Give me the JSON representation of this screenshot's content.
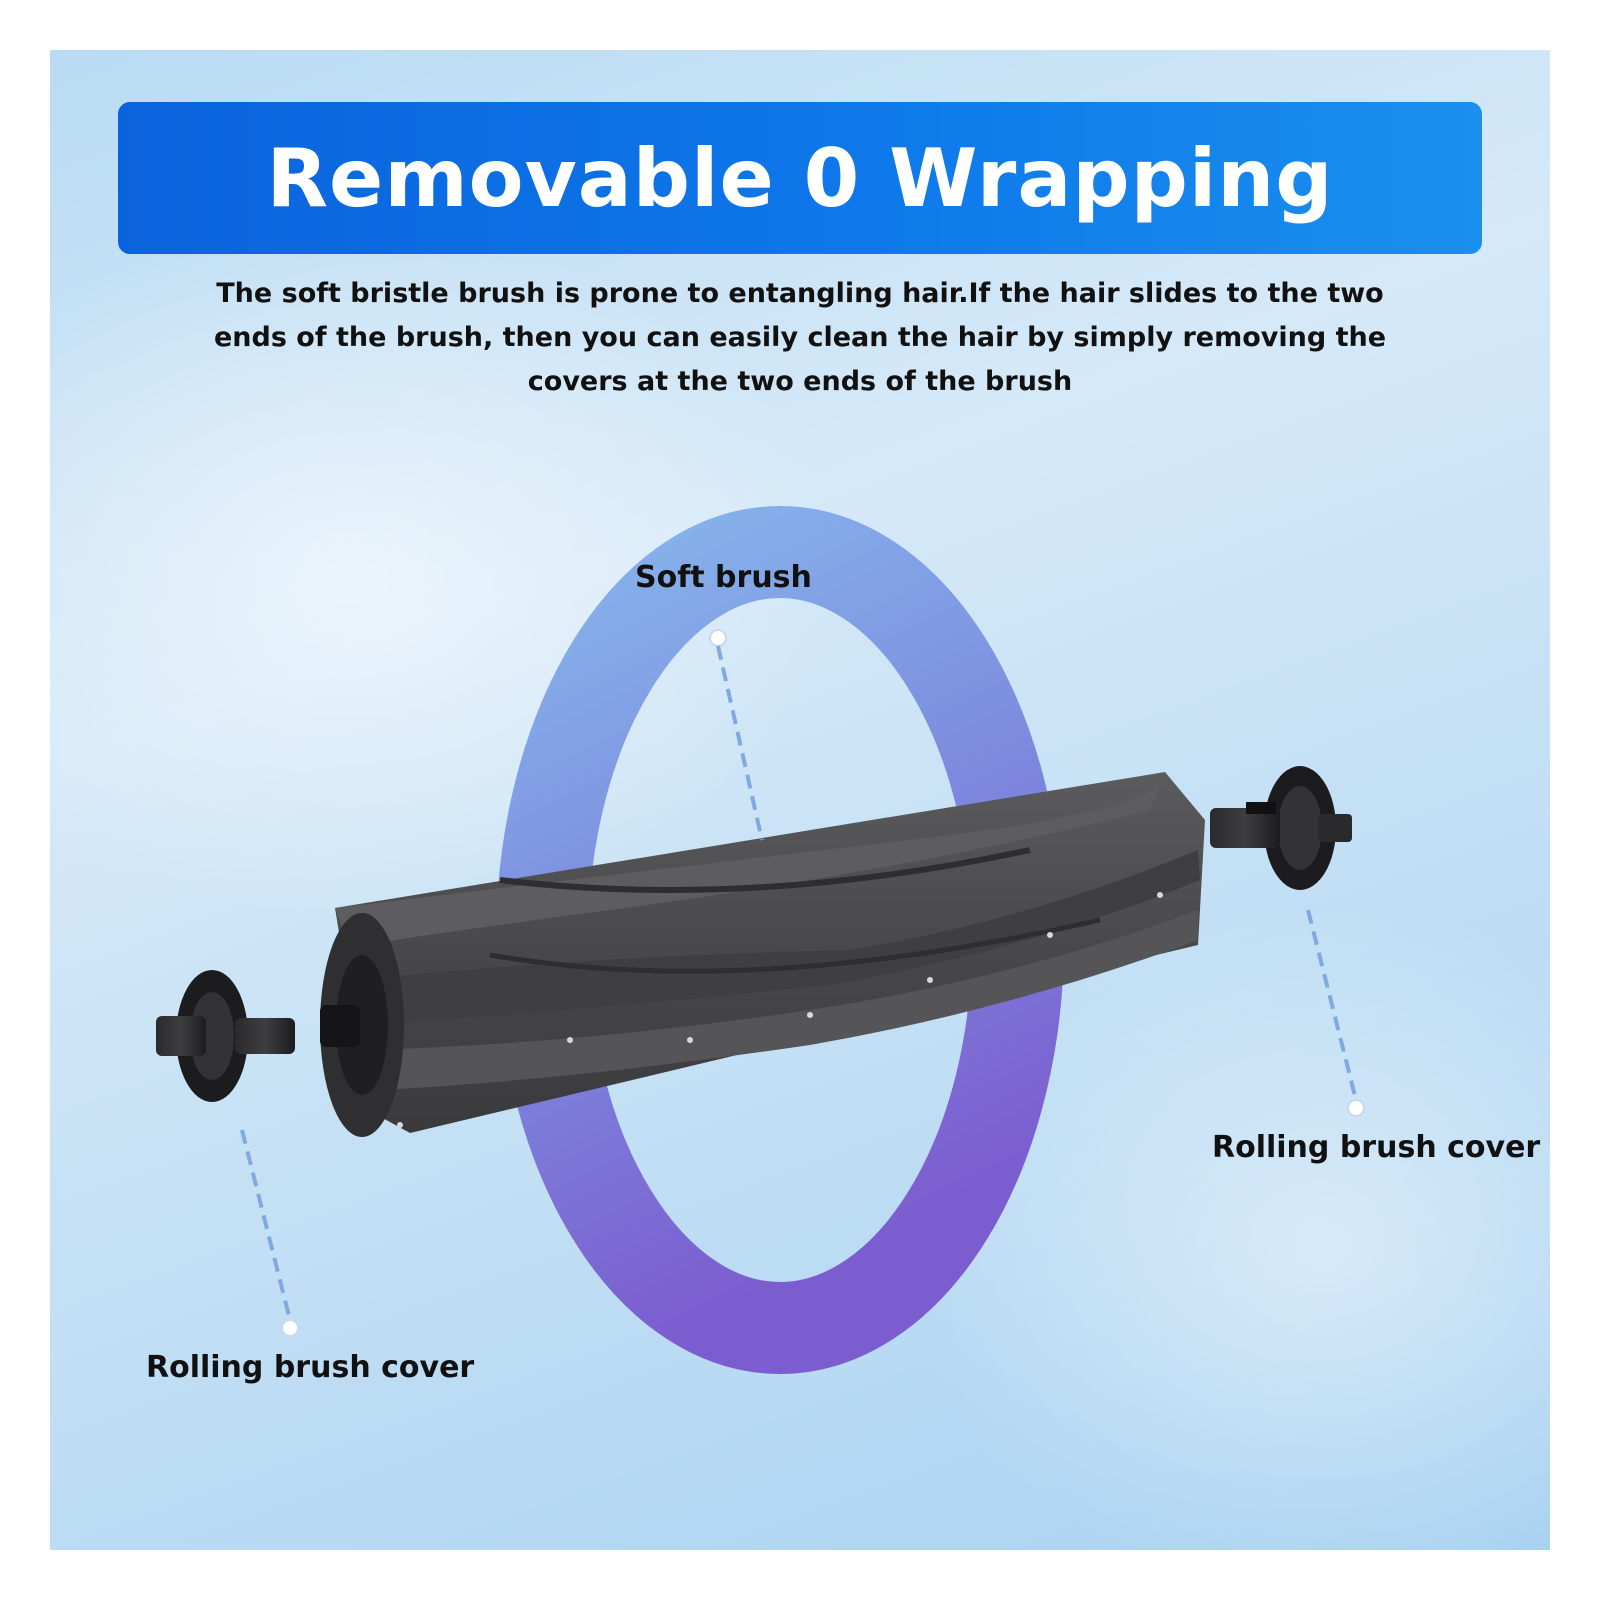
{
  "banner": {
    "title": "Removable 0 Wrapping"
  },
  "description": "The soft bristle brush is prone to entangling hair.If the hair slides to the two ends of the brush, then you can easily clean the hair by simply removing the covers at the two ends of the brush",
  "callouts": {
    "top": "Soft brush",
    "right": "Rolling brush cover",
    "left": "Rolling brush cover"
  },
  "colors": {
    "banner_start": "#0a63dc",
    "banner_end": "#1b8fee",
    "ring_top": "#7ba6e6",
    "ring_bottom": "#7a55cf",
    "brush_body": "#4a4a4c",
    "cover": "#1e1e20"
  }
}
